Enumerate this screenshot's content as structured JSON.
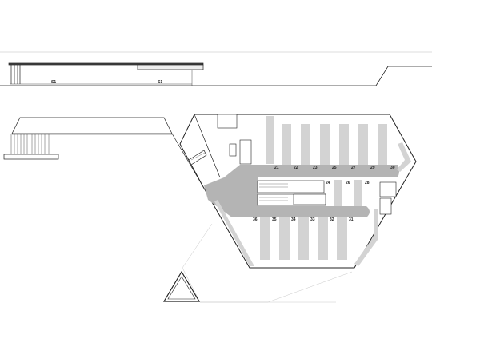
{
  "drawing": {
    "colors": {
      "line": "#222222",
      "fill_drive": "#b4b4b4",
      "fill_stall": "#d3d3d3",
      "construction": "#c8c8c8"
    },
    "elevation_labels": [
      "S1",
      "S1"
    ],
    "stall_labels_top": [
      "21",
      "22",
      "23",
      "25",
      "27",
      "29",
      "30"
    ],
    "stall_labels_middle": [
      "24",
      "26",
      "28"
    ],
    "stall_labels_bottom": [
      "36",
      "35",
      "34",
      "33",
      "32",
      "31"
    ]
  }
}
